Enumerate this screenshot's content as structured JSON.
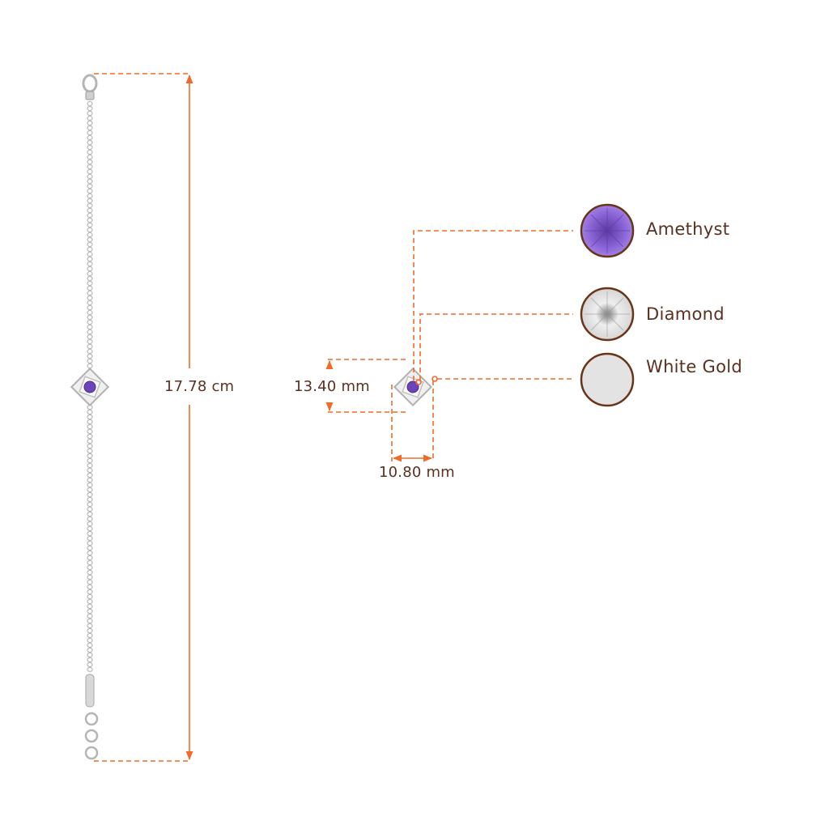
{
  "dimensions": {
    "bracelet_length": "17.78 cm",
    "pendant_height": "13.40 mm",
    "pendant_width": "10.80 mm"
  },
  "legend": [
    {
      "name": "Amethyst",
      "color": "#8a64d6"
    },
    {
      "name": "Diamond",
      "color": "#e6e6e6"
    },
    {
      "name": "White Gold",
      "color": "#e3e3e3"
    }
  ],
  "colors": {
    "dimension_line": "#f06a2a",
    "text": "#5a3020",
    "swatch_border": "#6a3418",
    "metal": "#c9c9c9",
    "gem": "#6a44b8"
  }
}
